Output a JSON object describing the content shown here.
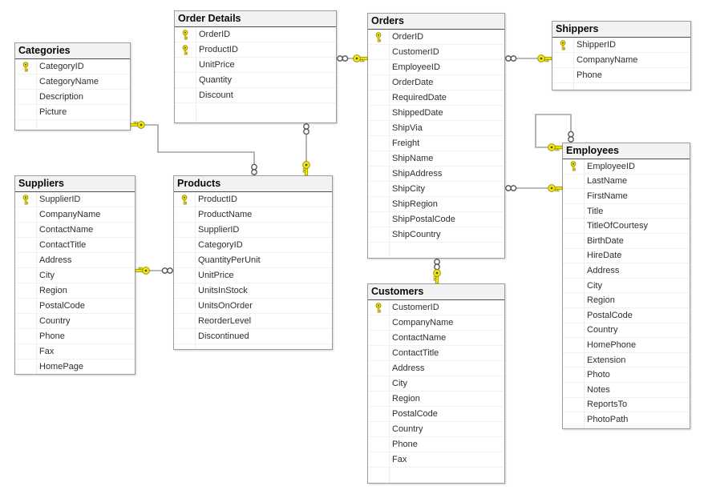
{
  "tables": [
    {
      "id": "categories",
      "title": "Categories",
      "columns": [
        {
          "name": "CategoryID",
          "key": true
        },
        {
          "name": "CategoryName",
          "key": false
        },
        {
          "name": "Description",
          "key": false
        },
        {
          "name": "Picture",
          "key": false
        }
      ]
    },
    {
      "id": "order_details",
      "title": "Order Details",
      "columns": [
        {
          "name": "OrderID",
          "key": true
        },
        {
          "name": "ProductID",
          "key": true
        },
        {
          "name": "UnitPrice",
          "key": false
        },
        {
          "name": "Quantity",
          "key": false
        },
        {
          "name": "Discount",
          "key": false
        }
      ]
    },
    {
      "id": "orders",
      "title": "Orders",
      "columns": [
        {
          "name": "OrderID",
          "key": true
        },
        {
          "name": "CustomerID",
          "key": false
        },
        {
          "name": "EmployeeID",
          "key": false
        },
        {
          "name": "OrderDate",
          "key": false
        },
        {
          "name": "RequiredDate",
          "key": false
        },
        {
          "name": "ShippedDate",
          "key": false
        },
        {
          "name": "ShipVia",
          "key": false
        },
        {
          "name": "Freight",
          "key": false
        },
        {
          "name": "ShipName",
          "key": false
        },
        {
          "name": "ShipAddress",
          "key": false
        },
        {
          "name": "ShipCity",
          "key": false
        },
        {
          "name": "ShipRegion",
          "key": false
        },
        {
          "name": "ShipPostalCode",
          "key": false
        },
        {
          "name": "ShipCountry",
          "key": false
        }
      ]
    },
    {
      "id": "shippers",
      "title": "Shippers",
      "columns": [
        {
          "name": "ShipperID",
          "key": true
        },
        {
          "name": "CompanyName",
          "key": false
        },
        {
          "name": "Phone",
          "key": false
        }
      ]
    },
    {
      "id": "suppliers",
      "title": "Suppliers",
      "columns": [
        {
          "name": "SupplierID",
          "key": true
        },
        {
          "name": "CompanyName",
          "key": false
        },
        {
          "name": "ContactName",
          "key": false
        },
        {
          "name": "ContactTitle",
          "key": false
        },
        {
          "name": "Address",
          "key": false
        },
        {
          "name": "City",
          "key": false
        },
        {
          "name": "Region",
          "key": false
        },
        {
          "name": "PostalCode",
          "key": false
        },
        {
          "name": "Country",
          "key": false
        },
        {
          "name": "Phone",
          "key": false
        },
        {
          "name": "Fax",
          "key": false
        },
        {
          "name": "HomePage",
          "key": false
        }
      ]
    },
    {
      "id": "products",
      "title": "Products",
      "columns": [
        {
          "name": "ProductID",
          "key": true
        },
        {
          "name": "ProductName",
          "key": false
        },
        {
          "name": "SupplierID",
          "key": false
        },
        {
          "name": "CategoryID",
          "key": false
        },
        {
          "name": "QuantityPerUnit",
          "key": false
        },
        {
          "name": "UnitPrice",
          "key": false
        },
        {
          "name": "UnitsInStock",
          "key": false
        },
        {
          "name": "UnitsOnOrder",
          "key": false
        },
        {
          "name": "ReorderLevel",
          "key": false
        },
        {
          "name": "Discontinued",
          "key": false
        }
      ]
    },
    {
      "id": "customers",
      "title": "Customers",
      "columns": [
        {
          "name": "CustomerID",
          "key": true
        },
        {
          "name": "CompanyName",
          "key": false
        },
        {
          "name": "ContactName",
          "key": false
        },
        {
          "name": "ContactTitle",
          "key": false
        },
        {
          "name": "Address",
          "key": false
        },
        {
          "name": "City",
          "key": false
        },
        {
          "name": "Region",
          "key": false
        },
        {
          "name": "PostalCode",
          "key": false
        },
        {
          "name": "Country",
          "key": false
        },
        {
          "name": "Phone",
          "key": false
        },
        {
          "name": "Fax",
          "key": false
        }
      ]
    },
    {
      "id": "employees",
      "title": "Employees",
      "columns": [
        {
          "name": "EmployeeID",
          "key": true
        },
        {
          "name": "LastName",
          "key": false
        },
        {
          "name": "FirstName",
          "key": false
        },
        {
          "name": "Title",
          "key": false
        },
        {
          "name": "TitleOfCourtesy",
          "key": false
        },
        {
          "name": "BirthDate",
          "key": false
        },
        {
          "name": "HireDate",
          "key": false
        },
        {
          "name": "Address",
          "key": false
        },
        {
          "name": "City",
          "key": false
        },
        {
          "name": "Region",
          "key": false
        },
        {
          "name": "PostalCode",
          "key": false
        },
        {
          "name": "Country",
          "key": false
        },
        {
          "name": "HomePhone",
          "key": false
        },
        {
          "name": "Extension",
          "key": false
        },
        {
          "name": "Photo",
          "key": false
        },
        {
          "name": "Notes",
          "key": false
        },
        {
          "name": "ReportsTo",
          "key": false
        },
        {
          "name": "PhotoPath",
          "key": false
        }
      ]
    }
  ],
  "relationships": [
    {
      "id": "order_details-orders",
      "many_side": "Order Details",
      "one_side": "Orders"
    },
    {
      "id": "order_details-products",
      "many_side": "Order Details",
      "one_side": "Products"
    },
    {
      "id": "categories-products",
      "many_side": "Products",
      "one_side": "Categories"
    },
    {
      "id": "suppliers-products",
      "many_side": "Products",
      "one_side": "Suppliers"
    },
    {
      "id": "orders-shippers",
      "many_side": "Orders",
      "one_side": "Shippers"
    },
    {
      "id": "orders-employees",
      "many_side": "Orders",
      "one_side": "Employees"
    },
    {
      "id": "orders-customers",
      "many_side": "Orders",
      "one_side": "Customers"
    },
    {
      "id": "employees-employees",
      "many_side": "Employees",
      "one_side": "Employees"
    }
  ],
  "colors": {
    "canvas_bg": "#ffffff",
    "table_border": "#9c9c9c",
    "header_bg": "#f2f2f2",
    "header_underline": "#4d4d4d",
    "row_text": "#2e2e2e",
    "row_separator": "#f1f1f1",
    "connector": "#a2a2a2",
    "key_gold": "#f3e714",
    "key_outline": "#958a00",
    "infinity_stroke": "#4f4f4f"
  }
}
